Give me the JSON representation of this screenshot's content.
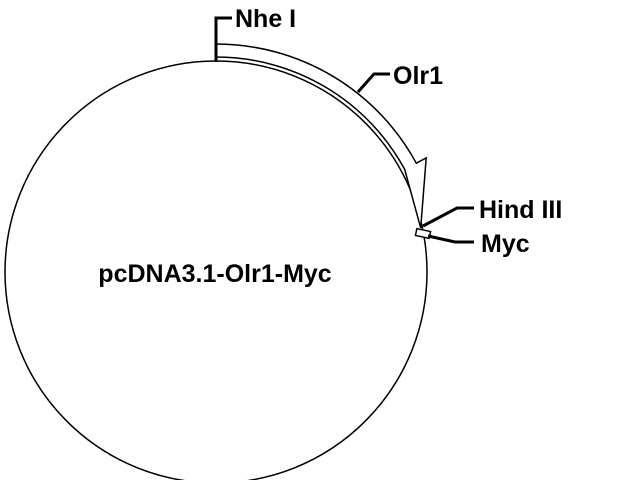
{
  "plasmid": {
    "name": "pcDNA3.1-Olr1-Myc"
  },
  "features": {
    "insert": {
      "label": "Olr1"
    },
    "tag": {
      "label": "Myc"
    }
  },
  "sites": {
    "nhe_i": {
      "label": "Nhe I"
    },
    "hind_iii": {
      "label": "Hind III"
    }
  },
  "colors": {
    "line": "#000000",
    "background": "#ffffff",
    "insert_fill": "#ffffff"
  }
}
